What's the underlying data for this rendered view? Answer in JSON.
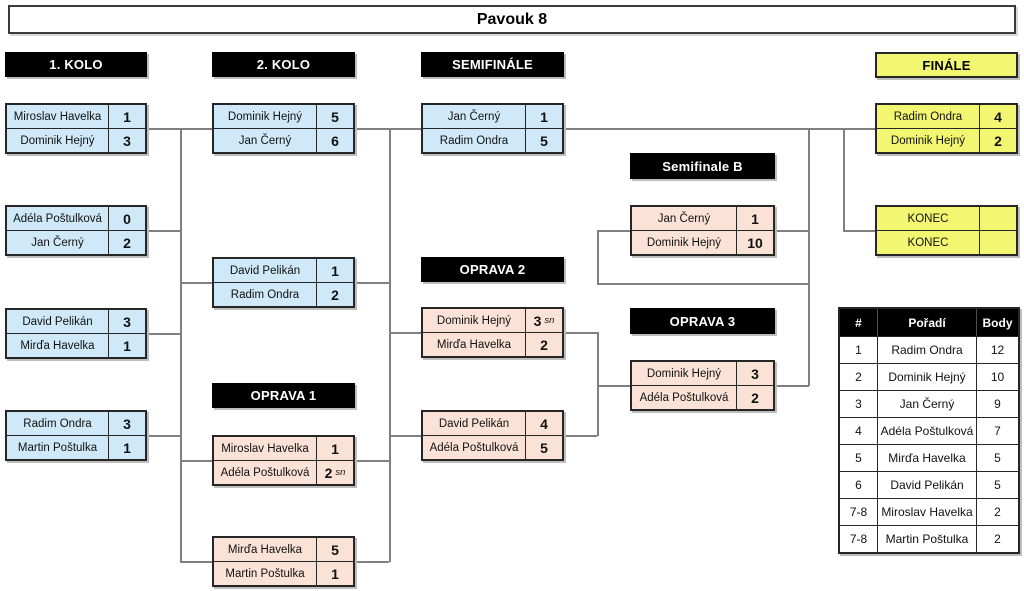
{
  "title": "Pavouk 8",
  "headers": {
    "round1": "1. KOLO",
    "round2": "2. KOLO",
    "semifinal": "SEMIFINÁLE",
    "final": "FINÁLE",
    "semifinal_b": "Semifinale B",
    "oprava1": "OPRAVA 1",
    "oprava2": "OPRAVA 2",
    "oprava3": "OPRAVA 3"
  },
  "matches": {
    "r1m1": {
      "p1": "Miroslav Havelka",
      "s1": "1",
      "p2": "Dominik Hejný",
      "s2": "3"
    },
    "r1m2": {
      "p1": "Adéla Poštulková",
      "s1": "0",
      "p2": "Jan Černý",
      "s2": "2"
    },
    "r1m3": {
      "p1": "David Pelikán",
      "s1": "3",
      "p2": "Mirďa Havelka",
      "s2": "1"
    },
    "r1m4": {
      "p1": "Radim Ondra",
      "s1": "3",
      "p2": "Martin Poštulka",
      "s2": "1"
    },
    "r2m1": {
      "p1": "Dominik Hejný",
      "s1": "5",
      "p2": "Jan Černý",
      "s2": "6"
    },
    "r2m2": {
      "p1": "David Pelikán",
      "s1": "1",
      "p2": "Radim Ondra",
      "s2": "2"
    },
    "o1m1": {
      "p1": "Miroslav Havelka",
      "s1": "1",
      "p2": "Adéla Poštulková",
      "s2": "2",
      "s2_note": "sn"
    },
    "o1m2": {
      "p1": "Mirďa Havelka",
      "s1": "5",
      "p2": "Martin Poštulka",
      "s2": "1"
    },
    "sf": {
      "p1": "Jan Černý",
      "s1": "1",
      "p2": "Radim Ondra",
      "s2": "5"
    },
    "o2m1": {
      "p1": "Dominik Hejný",
      "s1": "3",
      "s1_note": "sn",
      "p2": "Mirďa Havelka",
      "s2": "2"
    },
    "o2m2": {
      "p1": "David Pelikán",
      "s1": "4",
      "p2": "Adéla Poštulková",
      "s2": "5"
    },
    "sfb": {
      "p1": "Jan Černý",
      "s1": "1",
      "p2": "Dominik Hejný",
      "s2": "10"
    },
    "o3": {
      "p1": "Dominik Hejný",
      "s1": "3",
      "p2": "Adéla Poštulková",
      "s2": "2"
    },
    "final": {
      "p1": "Radim Ondra",
      "s1": "4",
      "p2": "Dominik Hejný",
      "s2": "2"
    },
    "konec": {
      "p1": "KONEC",
      "s1": "",
      "p2": "KONEC",
      "s2": ""
    }
  },
  "standings": {
    "col_rank": "#",
    "col_name": "Pořadí",
    "col_points": "Body",
    "rows": [
      {
        "rank": "1",
        "name": "Radim Ondra",
        "points": "12"
      },
      {
        "rank": "2",
        "name": "Dominik Hejný",
        "points": "10"
      },
      {
        "rank": "3",
        "name": "Jan Černý",
        "points": "9"
      },
      {
        "rank": "4",
        "name": "Adéla Poštulková",
        "points": "7"
      },
      {
        "rank": "5",
        "name": "Mirďa Havelka",
        "points": "5"
      },
      {
        "rank": "6",
        "name": "David Pelikán",
        "points": "5"
      },
      {
        "rank": "7-8",
        "name": "Miroslav Havelka",
        "points": "2"
      },
      {
        "rank": "7-8",
        "name": "Martin Poštulka",
        "points": "2"
      }
    ]
  },
  "colors": {
    "match_blue": "#cfe9f9",
    "match_pink": "#fbe2d7",
    "match_yellow": "#f2f671",
    "header_black": "#000000",
    "connector_gray": "#808080"
  }
}
